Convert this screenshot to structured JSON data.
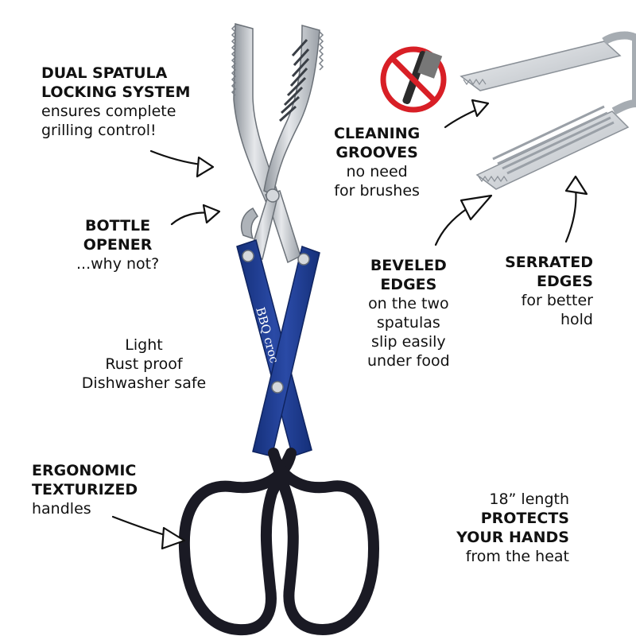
{
  "brand": {
    "logo_text": "BBQ croc"
  },
  "callouts": {
    "locking": {
      "heading": [
        "DUAL SPATULA",
        "LOCKING SYSTEM"
      ],
      "body": [
        "ensures complete",
        "grilling control!"
      ]
    },
    "opener": {
      "heading": [
        "BOTTLE",
        "OPENER"
      ],
      "body": [
        "...why not?"
      ]
    },
    "cleaning": {
      "heading": [
        "CLEANING",
        "GROOVES"
      ],
      "body": [
        "no need",
        "for brushes"
      ]
    },
    "beveled": {
      "heading": [
        "BEVELED",
        "EDGES"
      ],
      "body": [
        "on the two",
        "spatulas",
        "slip easily",
        "under food"
      ]
    },
    "serrated": {
      "heading": [
        "SERRATED",
        "EDGES"
      ],
      "body": [
        "for better",
        "hold"
      ]
    },
    "features": {
      "body": [
        "Light",
        "Rust proof",
        "Dishwasher safe"
      ]
    },
    "handles": {
      "heading": [
        "ERGONOMIC",
        "TEXTURIZED"
      ],
      "body": [
        "handles"
      ]
    },
    "length": {
      "lines": [
        "18” length",
        "PROTECTS",
        "YOUR HANDS",
        "from the heat"
      ]
    }
  },
  "colors": {
    "handle_blue": "#1f3a8c",
    "grip_black": "#1a1a24",
    "steel": "#c9cdd2",
    "steel_dark": "#8a9097",
    "no_sign_red": "#d81f26",
    "ink": "#111111"
  },
  "icons": [
    "no-brush-icon",
    "arrow-icon"
  ]
}
